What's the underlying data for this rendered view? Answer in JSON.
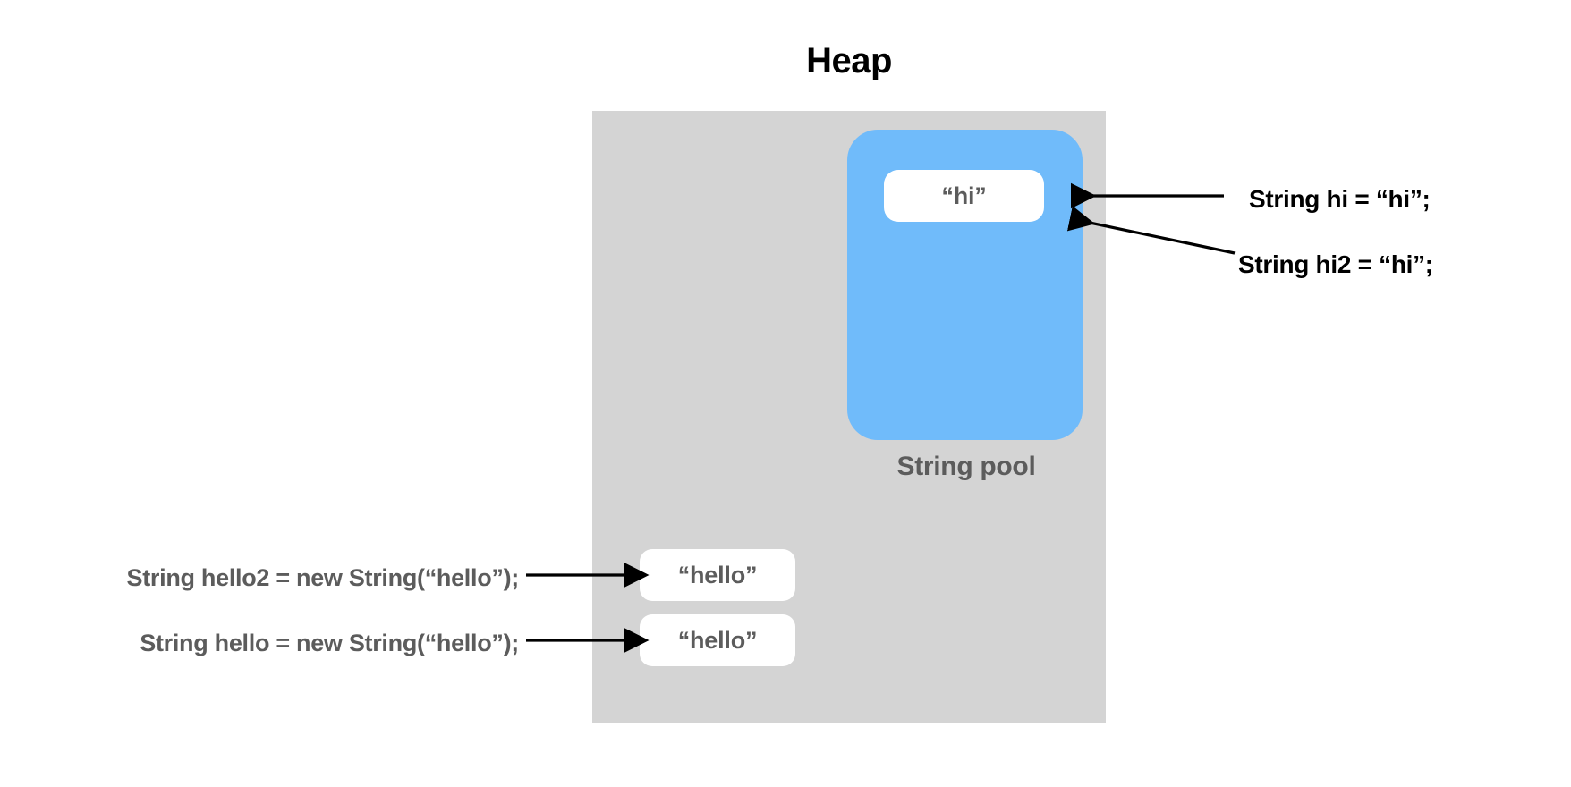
{
  "diagram": {
    "title": "Heap",
    "regions": {
      "heap": {
        "label": "Heap",
        "color": "#d4d4d4"
      },
      "string_pool": {
        "label": "String pool",
        "color": "#70bbfa",
        "label_color": "#5c5c5c"
      }
    },
    "objects": [
      {
        "id": "hi",
        "text": "“hi”",
        "location": "string-pool",
        "color": "#ffffff"
      },
      {
        "id": "hello-a",
        "text": "“hello”",
        "location": "heap",
        "color": "#ffffff"
      },
      {
        "id": "hello-b",
        "text": "“hello”",
        "location": "heap",
        "color": "#ffffff"
      }
    ],
    "annotations": [
      {
        "id": "hi-decl",
        "code": "String hi = “hi”;",
        "side": "right",
        "color": "#000000",
        "points_to": "string-pool"
      },
      {
        "id": "hi2-decl",
        "code": "String hi2 = “hi”;",
        "side": "right",
        "color": "#000000",
        "points_to": "string-pool"
      },
      {
        "id": "hello2-decl",
        "code": "String hello2 = new String(“hello”);",
        "side": "left",
        "color": "#5c5c5c",
        "points_to": "hello-a"
      },
      {
        "id": "hello-decl",
        "code": "String hello = new String(“hello”);",
        "side": "left",
        "color": "#5c5c5c",
        "points_to": "hello-b"
      }
    ]
  }
}
